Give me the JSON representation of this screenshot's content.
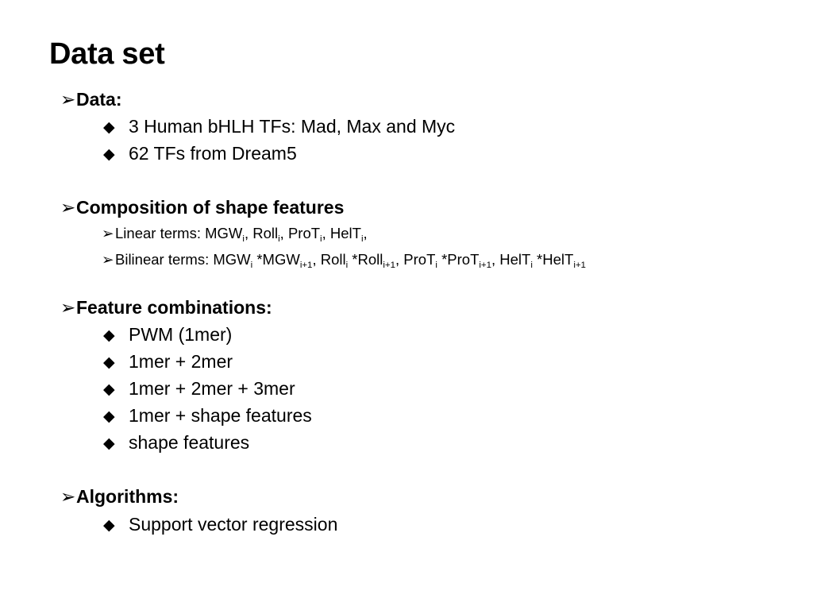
{
  "slide": {
    "title": "Data set",
    "arrow_glyph": "➢",
    "diamond_glyph": "◆",
    "sections": {
      "data": {
        "heading": "Data:",
        "items": [
          "3 Human bHLH TFs: Mad, Max and Myc",
          "62 TFs from Dream5"
        ]
      },
      "composition": {
        "heading": "Composition of shape features",
        "linear": {
          "prefix": "Linear terms: ",
          "parts": [
            {
              "base": "MGW",
              "sub": "i",
              "after": ", "
            },
            {
              "base": "Roll",
              "sub": "i",
              "after": ", "
            },
            {
              "base": "ProT",
              "sub": "i",
              "after": ", "
            },
            {
              "base": "HelT",
              "sub": "i",
              "after": ","
            }
          ]
        },
        "bilinear": {
          "prefix": "Bilinear terms: ",
          "parts": [
            {
              "base": "MGW",
              "sub": "i",
              "after": " *"
            },
            {
              "base": "MGW",
              "sub": "i+1",
              "after": ", "
            },
            {
              "base": "Roll",
              "sub": "i",
              "after": " *"
            },
            {
              "base": "Roll",
              "sub": "i+1",
              "after": ", "
            },
            {
              "base": "ProT",
              "sub": "i",
              "after": " *"
            },
            {
              "base": "ProT",
              "sub": "i+1",
              "after": ", "
            },
            {
              "base": "HelT",
              "sub": "i",
              "after": " *"
            },
            {
              "base": "HelT",
              "sub": "i+1",
              "after": ""
            }
          ]
        }
      },
      "combinations": {
        "heading": "Feature combinations:",
        "items": [
          "PWM (1mer)",
          "1mer + 2mer",
          "1mer + 2mer + 3mer",
          "1mer + shape features",
          "shape features"
        ]
      },
      "algorithms": {
        "heading": "Algorithms:",
        "items": [
          "Support vector regression"
        ]
      }
    }
  }
}
